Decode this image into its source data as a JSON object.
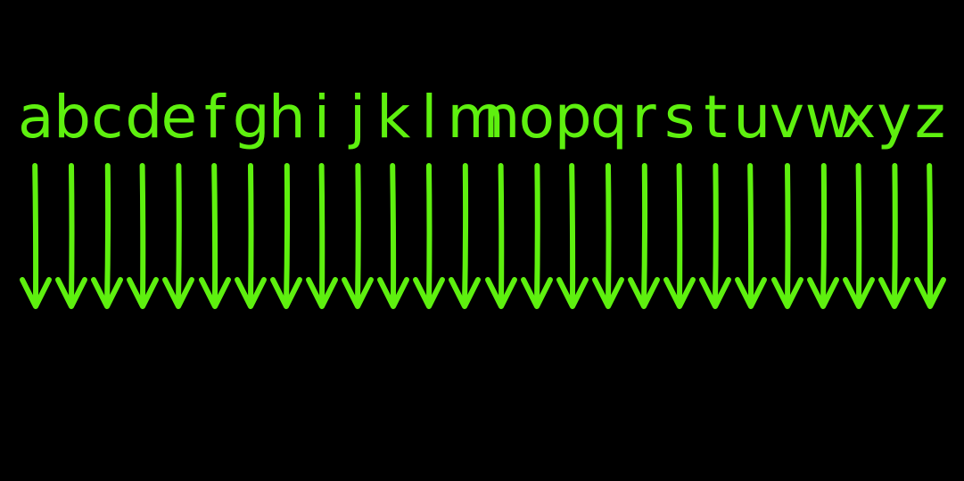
{
  "letters": [
    "a",
    "b",
    "c",
    "d",
    "e",
    "f",
    "g",
    "h",
    "i",
    "j",
    "k",
    "l",
    "m",
    "n",
    "o",
    "p",
    "q",
    "r",
    "s",
    "t",
    "u",
    "v",
    "w",
    "x",
    "y",
    "z"
  ],
  "colors": {
    "background": "#000000",
    "ink": "#5ef00f"
  },
  "arrow_icon": "down-arrow-icon"
}
